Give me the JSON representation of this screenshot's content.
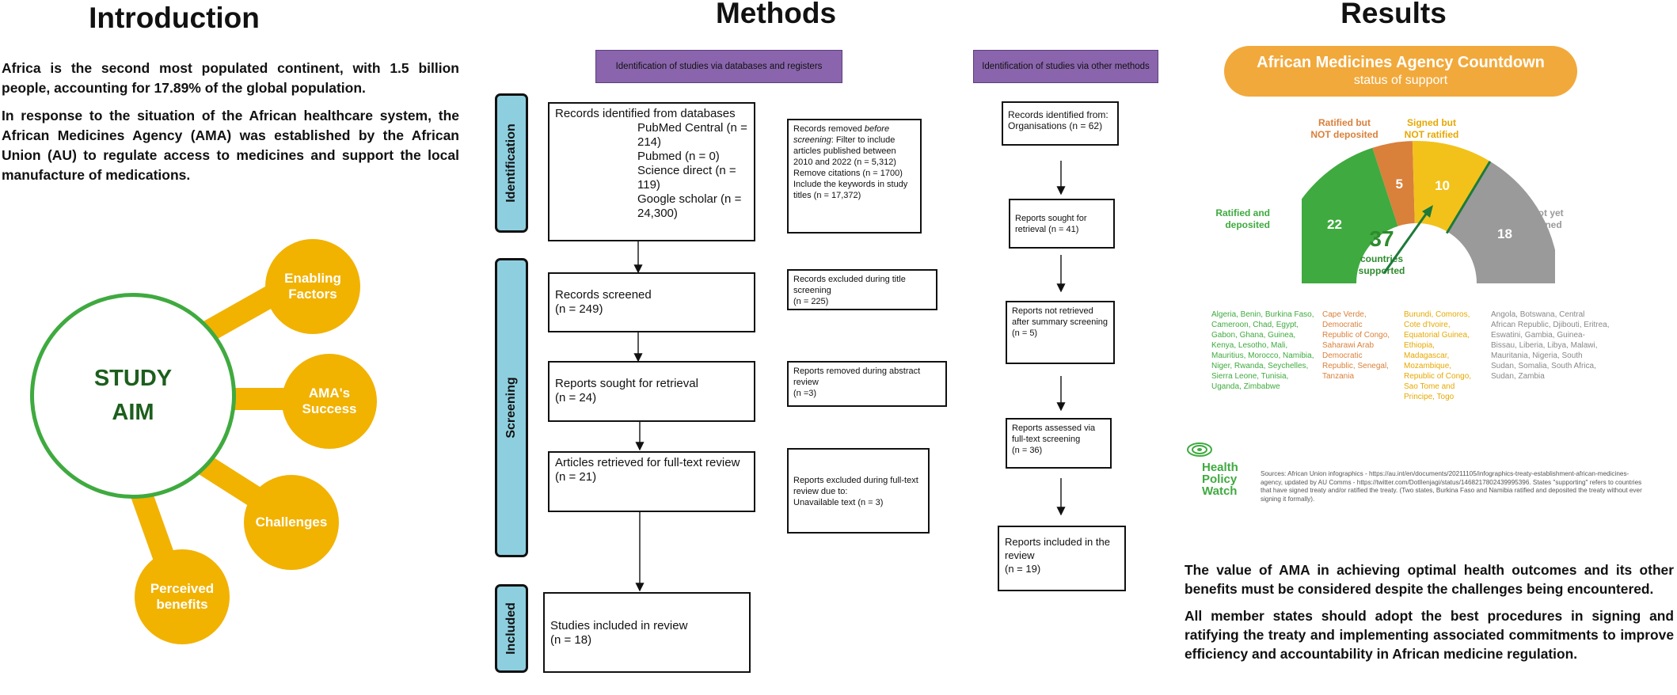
{
  "intro": {
    "title": "Introduction",
    "para1": "Africa is the second most populated continent, with 1.5 billion people, accounting for 17.89% of the global population.",
    "para2": "In response to the situation of the African healthcare system, the African Medicines Agency (AMA) was established by the African Union (AU) to regulate access to medicines and support the local manufacture of medications.",
    "aim_line1": "STUDY",
    "aim_line2": "AIM",
    "bubbles": [
      "Enabling Factors",
      "AMA's Success",
      "Challenges",
      "Perceived benefits"
    ]
  },
  "methods": {
    "title": "Methods",
    "header_db": "Identification of studies via databases and registers",
    "header_other": "Identification of studies via other methods",
    "stages": [
      "Identification",
      "Screening",
      "Included"
    ],
    "records_identified": {
      "title": "Records identified from databases",
      "pmc": "PubMed Central (n = 214)",
      "pubmed": "Pubmed (n = 0)",
      "sd": "Science direct (n = 119)",
      "gs": "Google scholar (n = 24,300)"
    },
    "removed_before": {
      "line1": "Records removed ",
      "italic": "before screening",
      "line2": ": Filter to include articles published between 2010 and 2022 (n = 5,312)",
      "line3": "Remove citations (n = 1700)",
      "line4": "Include the keywords in study titles (n = 17,372)"
    },
    "records_screened": "Records screened",
    "records_screened_n": "(n = 249)",
    "excluded_title": "Records excluded during title screening",
    "excluded_title_n": "(n = 225)",
    "sought": "Reports sought for retrieval",
    "sought_n": "(n = 24)",
    "removed_abstract": "Reports removed during abstract review",
    "removed_abstract_n": "(n =3)",
    "retrieved_full": "Articles retrieved for full-text review",
    "retrieved_full_n": "(n = 21)",
    "excluded_full": "Reports excluded during full-text review due to:",
    "excluded_full_reason": "Unavailable text (n = 3)",
    "included": "Studies included in review",
    "included_n": "(n = 18)",
    "other_identified": "Records identified from:",
    "other_identified_detail": "Organisations (n = 62)",
    "other_sought": "Reports sought for retrieval (n = 41)",
    "other_not_retrieved": "Reports not retrieved after summary screening",
    "other_not_retrieved_n": "(n = 5)",
    "other_assessed": "Reports assessed via full-text screening",
    "other_assessed_n": "(n = 36)",
    "other_included": "Reports included in the review",
    "other_included_n": "(n = 19)"
  },
  "results": {
    "title": "Results",
    "banner_title": "African Medicines Agency Countdown",
    "banner_sub": "status of support",
    "center_number": "37",
    "center_label1": "countries",
    "center_label2": "supported",
    "labels": {
      "ratified_deposited": "Ratified and deposited",
      "ratified_not": "Ratified but NOT deposited",
      "signed_not": "Signed but NOT ratified",
      "not_yet": "Not yet signed"
    },
    "countries": {
      "green": "Algeria, Benin, Burkina Faso, Cameroon, Chad, Egypt, Gabon, Ghana, Guinea, Kenya, Lesotho, Mali, Mauritius, Morocco, Namibia, Niger, Rwanda, Seychelles, Sierra Leone, Tunisia, Uganda, Zimbabwe",
      "orange": "Cape Verde, Democratic Republic of Congo, Saharawi Arab Democratic Republic, Senegal, Tanzania",
      "yellow": "Burundi, Comoros, Cote d'Ivoire, Equatorial Guinea, Ethiopia, Madagascar, Mozambique, Republic of Congo, Sao Tome and Principe, Togo",
      "grey": "Angola, Botswana, Central African Republic, Djibouti, Eritrea, Eswatini, Gambia, Guinea-Bissau, Liberia, Libya, Malawi, Mauritania, Nigeria, South Sudan, Somalia, South Africa, Sudan, Zambia"
    },
    "hpw_logo": [
      "Health",
      "Policy",
      "Watch"
    ],
    "sources": "Sources: African Union infographics - https://au.int/en/documents/20211105/infographics-treaty-establishment-african-medicines-agency, updated by AU Comms - https://twitter.com/DotIlenjagi/status/1468217802439995396. States \"supporting\" refers to countries that have signed treaty and/or ratified the treaty. (Two states, Burkina Faso and Namibia ratified and deposited the treaty without ever signing it formally).",
    "conclusion1": "The value of AMA in achieving optimal health outcomes and its other benefits must be considered despite the challenges being encountered.",
    "conclusion2": "All member states should adopt the best procedures in signing and ratifying the treaty and implementing associated commitments to improve efficiency and accountability in African medicine regulation."
  },
  "chart_data": {
    "type": "pie",
    "title": "African Medicines Agency Countdown",
    "subtitle": "status of support",
    "categories": [
      "Ratified and deposited",
      "Ratified but NOT deposited",
      "Signed but NOT ratified",
      "Not yet signed"
    ],
    "values": [
      22,
      5,
      10,
      18
    ],
    "colors": [
      "#3faa3f",
      "#d9803a",
      "#f2c21b",
      "#9a9a9a"
    ],
    "center_value": 37,
    "center_label": "countries supported",
    "shape": "semicircle gauge"
  }
}
